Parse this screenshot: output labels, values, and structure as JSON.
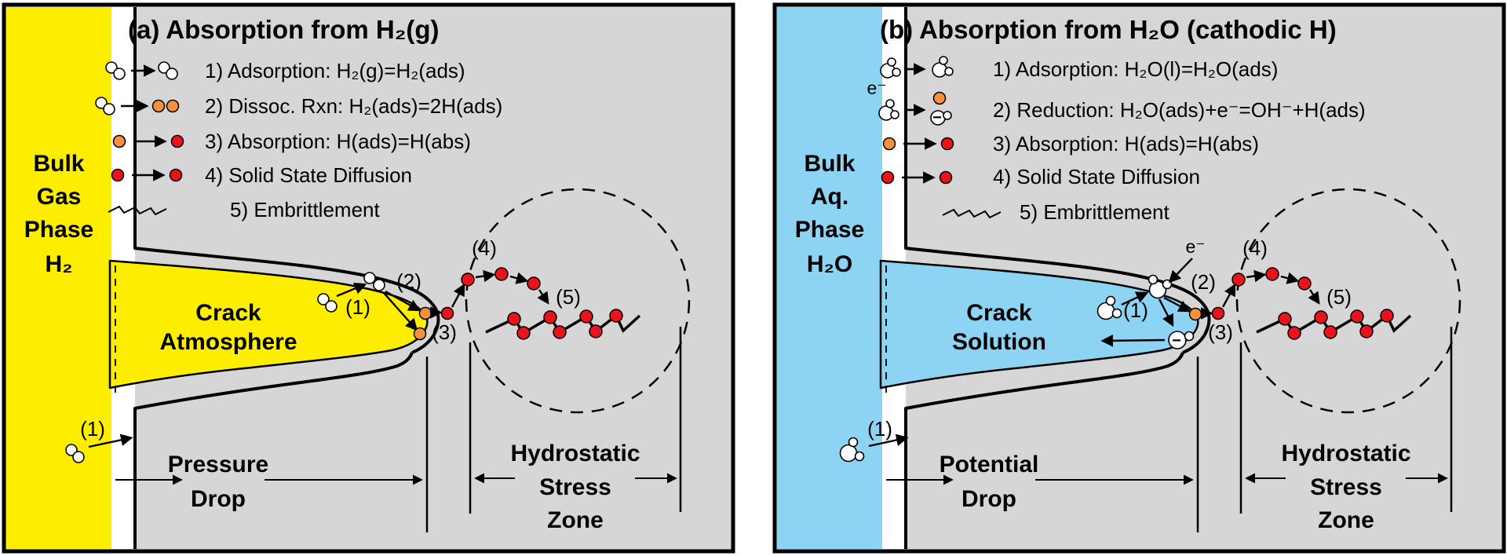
{
  "colors": {
    "c-gray": "#d6d6d6",
    "c-yellow": "#fdee00",
    "c-blue": "#8dd3f3",
    "c-orange": "#f3913e",
    "c-red": "#e8131b",
    "c-ink": "#000000"
  },
  "panel_a": {
    "title": "(a) Absorption from H₂(g)",
    "legend": [
      {
        "icon": "h2-molecule-to-h2-adsorbed",
        "text": "1) Adsorption: H₂(g)=H₂(ads)"
      },
      {
        "icon": "h2-molecule-to-two-h-adsorbed",
        "text": "2) Dissoc. Rxn: H₂(ads)=2H(ads)"
      },
      {
        "icon": "h-adsorbed-to-h-absorbed",
        "text": "3) Absorption: H(ads)=H(abs)"
      },
      {
        "icon": "h-absorbed-to-h-absorbed",
        "text": "4) Solid State Diffusion"
      },
      {
        "icon": "embrittlement-zigzag",
        "text": "5) Embrittlement"
      }
    ],
    "bulk": [
      "Bulk",
      "Gas",
      "Phase",
      "H₂"
    ],
    "crack": [
      "Crack",
      "Atmosphere"
    ],
    "drop": [
      "Pressure",
      "Drop"
    ],
    "zone": [
      "Hydrostatic",
      "Stress",
      "Zone"
    ],
    "steps": {
      "s1": "(1)",
      "s2": "(2)",
      "s3": "(3)",
      "s4": "(4)",
      "s5": "(5)"
    }
  },
  "panel_b": {
    "title": "(b) Absorption from H₂O (cathodic H)",
    "legend": [
      {
        "icon": "water-molecule-to-water-adsorbed",
        "text": "1) Adsorption: H₂O(l)=H₂O(ads)"
      },
      {
        "icon": "water-plus-electron-to-oh-and-h-adsorbed",
        "text": "2) Reduction: H₂O(ads)+e⁻=OH⁻+H(ads)"
      },
      {
        "icon": "h-adsorbed-to-h-absorbed",
        "text": "3) Absorption: H(ads)=H(abs)"
      },
      {
        "icon": "h-absorbed-to-h-absorbed",
        "text": "4) Solid State Diffusion"
      },
      {
        "icon": "embrittlement-zigzag",
        "text": "5) Embrittlement"
      }
    ],
    "electron": "e⁻",
    "minus": "−",
    "bulk": [
      "Bulk",
      "Aq.",
      "Phase",
      "H₂O"
    ],
    "crack": [
      "Crack",
      "Solution"
    ],
    "drop": [
      "Potential",
      "Drop"
    ],
    "zone": [
      "Hydrostatic",
      "Stress",
      "Zone"
    ],
    "steps": {
      "s1": "(1)",
      "s2": "(2)",
      "s3": "(3)",
      "s4": "(4)",
      "s5": "(5)"
    }
  }
}
